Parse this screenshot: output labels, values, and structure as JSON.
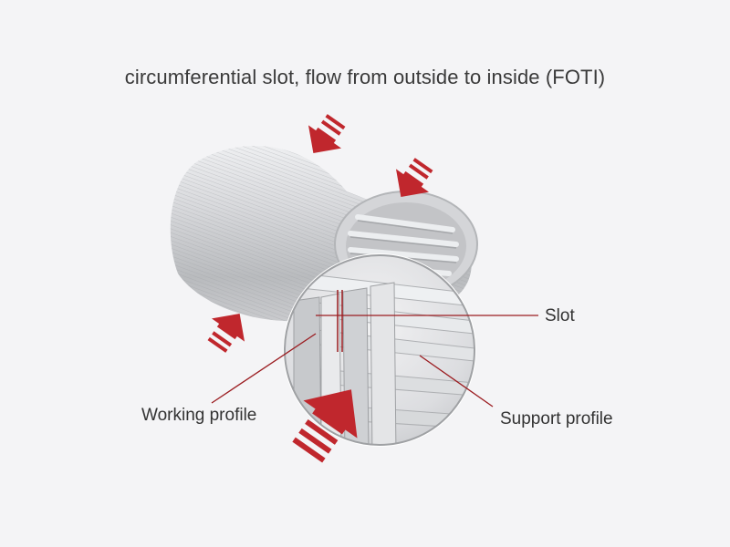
{
  "title": "circumferential slot, flow from outside to inside (FOTI)",
  "callouts": {
    "slot": "Slot",
    "working_profile": "Working profile",
    "support_profile": "Support profile"
  },
  "colors": {
    "background": "#f4f4f6",
    "arrow": "#c0272d",
    "leader_line": "#9b1c20",
    "text": "#333333",
    "metal_light": "#e2e3e5",
    "metal_dark": "#a9abae"
  },
  "icons": {
    "flow_arrows": "flow-arrow-icon"
  }
}
